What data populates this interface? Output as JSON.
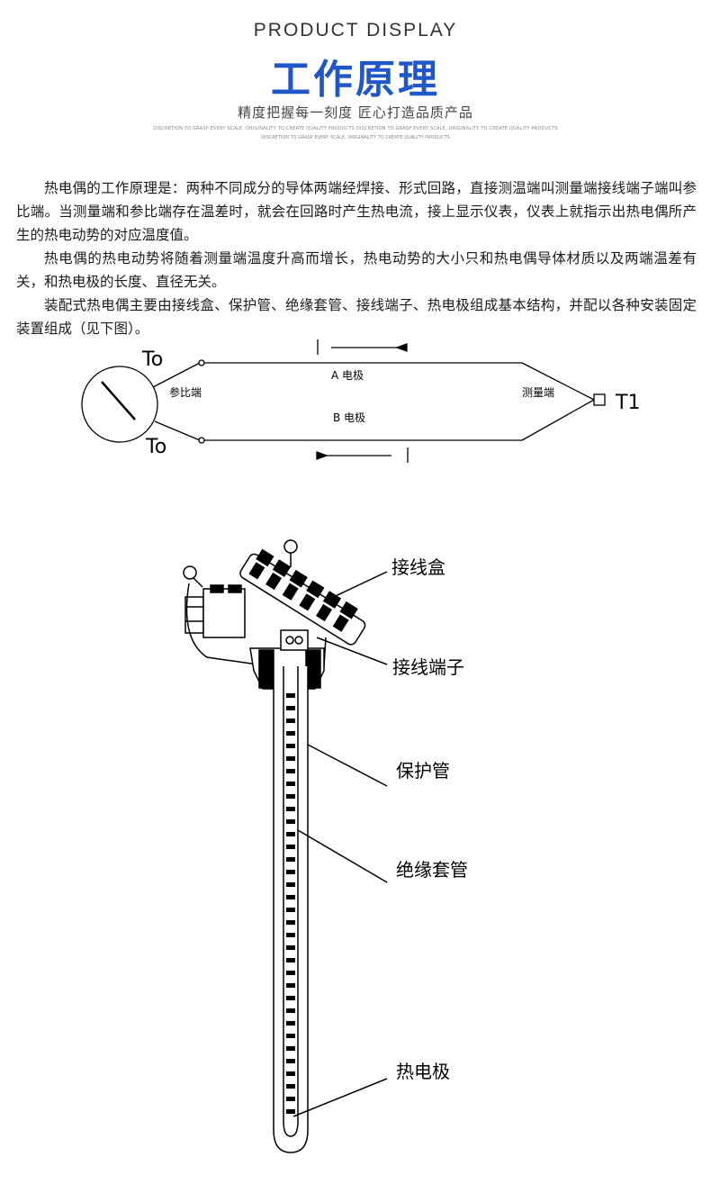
{
  "header": {
    "subtitle_en": "PRODUCT DISPLAY",
    "title_cn": "工作原理",
    "tagline": "精度把握每一刻度 匠心打造品质产品",
    "fineprint_1": "DISCRETION TO GRASP EVERY SCALE, ORIGINALITY TO CREATE QUALITY PRODUCTS DISCRETION TO GRASP EVERY SCALE, ORIGINALITY TO CREATE QUALITY PRODUCTS",
    "fineprint_2": "DISCRETION TO GRASP EVERY SCALE, ORIGINALITY TO CREATE QUALITY PRODUCTS"
  },
  "intro": {
    "paragraphs": [
      "热电偶的工作原理是：两种不同成分的导体两端经焊接、形式回路，直接测温端叫测量端接线端子端叫参比端。当测量端和参比端存在温差时，就会在回路时产生热电流，接上显示仪表，仪表上就指示出热电偶所产生的热电动势的对应温度值。",
      "热电偶的热电动势将随着测量端温度升高而增长，热电动势的大小只和热电偶导体材质以及两端温差有关，和热电极的长度、直径无关。",
      "装配式热电偶主要由接线盒、保护管、绝缘套管、接线端子、热电极组成基本结构，并配以各种安装固定装置组成（见下图）。"
    ]
  },
  "circuit_diagram": {
    "label_to_top": "To",
    "label_to_bottom": "To",
    "label_t1": "T1",
    "reference_end": "参比端",
    "measuring_end": "测量端",
    "electrode_a": "A  电极",
    "electrode_b": "B  电极"
  },
  "assembly_diagram": {
    "labels": {
      "junction_box": "接线盒",
      "terminal": "接线端子",
      "protection_tube": "保护管",
      "insulating_sleeve": "绝缘套管",
      "thermoelectrode": "热电极"
    }
  },
  "colors": {
    "title_blue": "#1f56c8",
    "line": "#000000"
  }
}
